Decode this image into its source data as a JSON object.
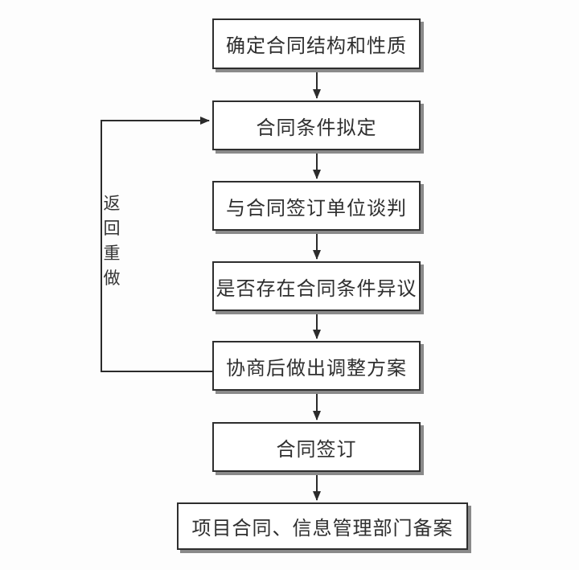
{
  "diagram": {
    "type": "flowchart",
    "nodes": [
      {
        "id": 1,
        "label": "确定合同结构和性质"
      },
      {
        "id": 2,
        "label": "合同条件拟定"
      },
      {
        "id": 3,
        "label": "与合同签订单位谈判"
      },
      {
        "id": 4,
        "label": "是否存在合同条件异议"
      },
      {
        "id": 5,
        "label": "协商后做出调整方案"
      },
      {
        "id": 6,
        "label": "合同签订"
      },
      {
        "id": 7,
        "label": "项目合同、信息管理部门备案"
      }
    ],
    "edges": [
      {
        "from": 1,
        "to": 2,
        "type": "arrow-down",
        "label": ""
      },
      {
        "from": 2,
        "to": 3,
        "type": "arrow-down",
        "label": ""
      },
      {
        "from": 3,
        "to": 4,
        "type": "arrow-down",
        "label": ""
      },
      {
        "from": 4,
        "to": 5,
        "type": "arrow-down",
        "label": ""
      },
      {
        "from": 5,
        "to": 6,
        "type": "arrow-down",
        "label": ""
      },
      {
        "from": 6,
        "to": 7,
        "type": "arrow-down",
        "label": ""
      },
      {
        "from": 5,
        "to": 2,
        "type": "loopback-left",
        "label": "返回重做"
      }
    ],
    "loop_label": "返回重做",
    "colors": {
      "background": "#fdfdfd",
      "box_fill": "#ffffff",
      "box_border": "#2e2e2e",
      "box_shadow": "#8a8a8a",
      "line": "#2b2b2b",
      "text": "#2f2f2f"
    }
  }
}
